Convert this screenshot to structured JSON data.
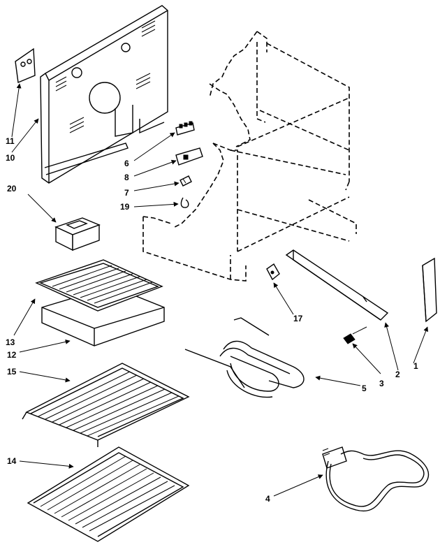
{
  "callouts": {
    "c1": "1",
    "c2": "2",
    "c3": "3",
    "c4": "4",
    "c5": "5",
    "c6": "6",
    "c7": "7",
    "c8": "8",
    "c10": "10",
    "c11": "11",
    "c12": "12",
    "c13": "13",
    "c14": "14",
    "c15": "15",
    "c17": "17",
    "c19": "19",
    "c20": "20"
  }
}
